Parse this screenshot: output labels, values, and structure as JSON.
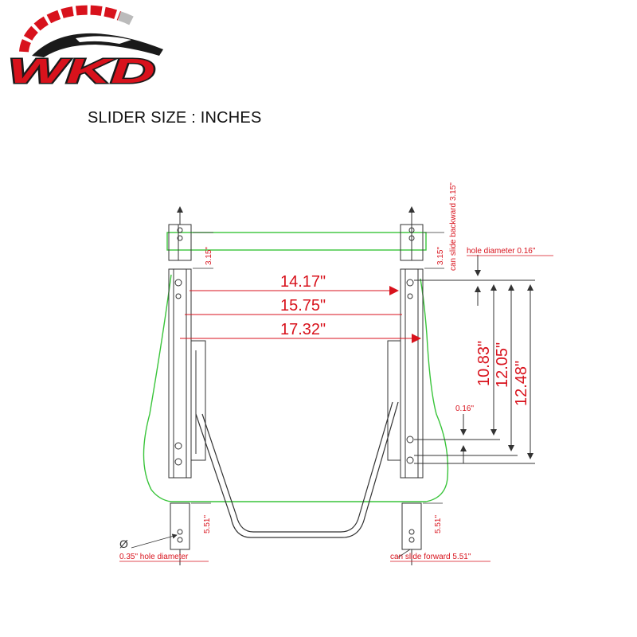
{
  "page": {
    "title": "SLIDER SIZE : INCHES"
  },
  "logo": {
    "text": "WKD",
    "colors": {
      "red": "#d8121c",
      "dark": "#1a1a1a"
    }
  },
  "dimensions": {
    "inner_width": "14.17\"",
    "center_width": "15.75\"",
    "outer_width": "17.32\"",
    "hole_spacing_1": "10.83\"",
    "hole_spacing_2": "12.05\"",
    "hole_spacing_3": "12.48\"",
    "rear_travel_left": "3.15\"",
    "rear_travel_right": "3.15\"",
    "front_travel_left": "5.51\"",
    "front_travel_right": "5.51\"",
    "small_hole_offset": "0.16\""
  },
  "notes": {
    "backward": "can slide backward 3.15\"",
    "hole_small": "hole diameter 0.16\"",
    "hole_large": "0.35\" hole diameter",
    "forward": "can slide forward 5.51\"",
    "diameter_symbol": "Ø"
  },
  "colors": {
    "dimension_red": "#d8121c",
    "outline_green": "#39c43a",
    "line_dark": "#333333"
  }
}
